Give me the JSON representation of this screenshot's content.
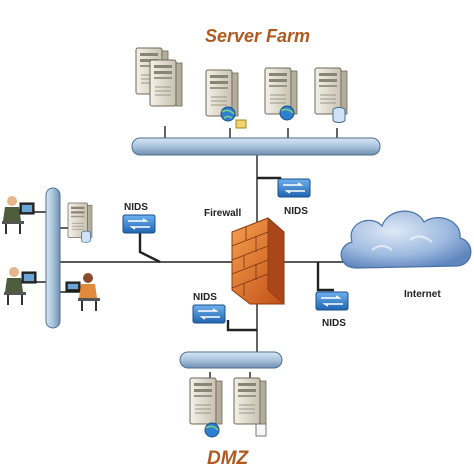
{
  "titles": {
    "server_farm": "Server Farm",
    "dmz": "DMZ"
  },
  "labels": {
    "nids_top": "NIDS",
    "nids_left": "NIDS",
    "nids_center": "NIDS",
    "nids_right": "NIDS",
    "firewall": "Firewall",
    "internet": "Internet"
  },
  "colors": {
    "title": "#b05a22",
    "bus": "#a9c3dc",
    "nids": "#2f7fd0",
    "firewall": "#e0641f",
    "cloud": "#6f97c8"
  },
  "icons": [
    "server-icon",
    "web-server-icon",
    "database-server-icon",
    "nids-sensor-icon",
    "firewall-icon",
    "internet-cloud-icon",
    "user-workstation-icon"
  ]
}
